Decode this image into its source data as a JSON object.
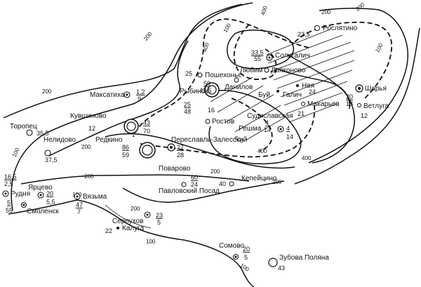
{
  "contour_labels": [
    "200",
    "200",
    "200",
    "100",
    "100",
    "100",
    "200",
    "200",
    "200",
    "200",
    "100",
    "100",
    "400",
    "400",
    "400",
    "400",
    "200",
    "200",
    "600"
  ],
  "places": [
    {
      "name": "Рослятино",
      "nums": [
        "23,5"
      ]
    },
    {
      "name": "Солигалич",
      "nums": [
        "33,5",
        "55"
      ]
    },
    {
      "name": "Любим",
      "nums": []
    },
    {
      "name": "Дьяконово",
      "nums": []
    },
    {
      "name": "Пошехонье",
      "nums": [
        "25"
      ]
    },
    {
      "name": "Рыбинск",
      "nums": [
        "59",
        "42,5"
      ]
    },
    {
      "name": "Данилов",
      "nums": []
    },
    {
      "name": "Буй",
      "nums": []
    },
    {
      "name": "Галич",
      "nums": []
    },
    {
      "name": "Нея",
      "nums": [
        "24"
      ]
    },
    {
      "name": "Шарья",
      "nums": [
        "20",
        "18"
      ]
    },
    {
      "name": "Максатиха",
      "nums": [
        "1,2",
        "9"
      ]
    },
    {
      "name": "Кувшиново",
      "nums": [
        "12"
      ]
    },
    {
      "name": "Торопец",
      "nums": [
        "35,5"
      ]
    },
    {
      "name": "Нелидово",
      "nums": [
        "37,5"
      ]
    },
    {
      "name": "Судиславская",
      "nums": [
        "21"
      ]
    },
    {
      "name": "Макарьев",
      "nums": []
    },
    {
      "name": "Ветлуга",
      "nums": [
        "12"
      ]
    },
    {
      "name": "Ростов",
      "nums": [
        "25",
        "48",
        "16"
      ]
    },
    {
      "name": "Решма",
      "nums": [
        "4",
        "14",
        "4",
        "14"
      ]
    },
    {
      "name": "Редкино",
      "nums": [
        "43",
        "70"
      ]
    },
    {
      "name": "Переславль-Залесский",
      "nums": [
        "27",
        "28"
      ]
    },
    {
      "name": "Поварово",
      "nums": [
        "86",
        "59"
      ]
    },
    {
      "name": "Кепейцино",
      "nums": [
        "40"
      ]
    },
    {
      "name": "Павловский Посад",
      "nums": [
        "60",
        "24"
      ]
    },
    {
      "name": "Ярцево",
      "nums": [
        "16,5",
        "2,5"
      ]
    },
    {
      "name": "Рудня",
      "nums": []
    },
    {
      "name": "Вязьма",
      "nums": [
        "20",
        "5,5"
      ]
    },
    {
      "name": "Смоленск",
      "nums": [
        "5",
        "55"
      ]
    },
    {
      "name": "Серпухов",
      "nums": [
        "23",
        "5"
      ]
    },
    {
      "name": "Калуга",
      "nums": [
        "47",
        "7",
        "22"
      ]
    },
    {
      "name": "Сомово",
      "nums": [
        "20",
        "5"
      ]
    },
    {
      "name": "Зубова Поляна",
      "nums": [
        "43"
      ]
    }
  ]
}
